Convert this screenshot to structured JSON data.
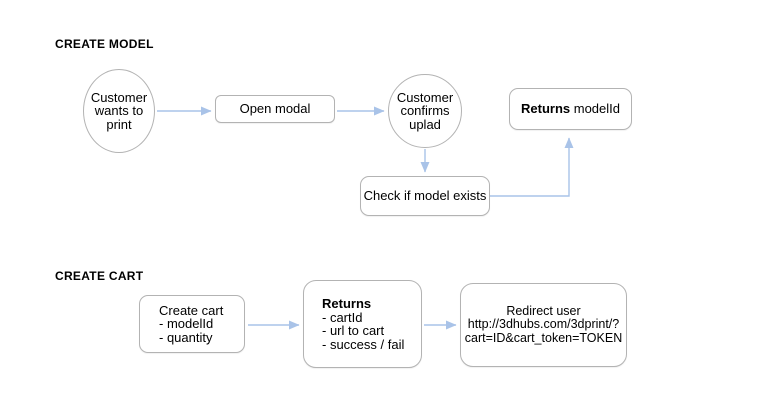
{
  "colors": {
    "arrow": "#a9c3e8",
    "node_border": "#b3b3b3",
    "text": "#000000",
    "background": "#ffffff"
  },
  "create_model": {
    "title": "CREATE MODEL",
    "customer_wants": {
      "lines": [
        "Customer",
        "wants to",
        "print"
      ]
    },
    "open_modal": {
      "label": "Open modal"
    },
    "customer_confirms": {
      "lines": [
        "Customer",
        "confirms",
        "uplad"
      ]
    },
    "returns_model": {
      "bold": "Returns",
      "rest": " modelId"
    },
    "check_model": {
      "label": "Check if model exists"
    }
  },
  "create_cart": {
    "title": "CREATE CART",
    "create_cart_node": {
      "lines": [
        "Create cart",
        "- modelId",
        "- quantity"
      ]
    },
    "returns_cart": {
      "bold": "Returns",
      "items": [
        "- cartId",
        "- url to cart",
        "- success / fail"
      ]
    },
    "redirect": {
      "lines": [
        "Redirect user",
        "http://3dhubs.com/3dprint/?",
        "cart=ID&cart_token=TOKEN"
      ]
    }
  }
}
